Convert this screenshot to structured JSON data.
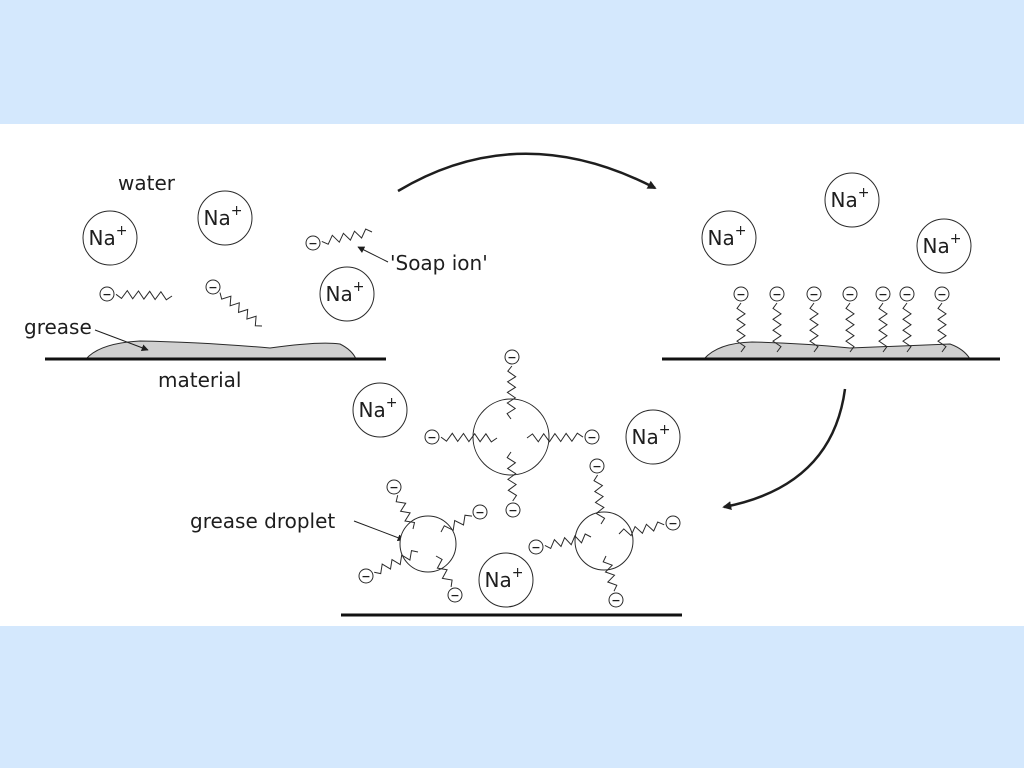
{
  "labels": {
    "water": "water",
    "soap_ion": "'Soap ion'",
    "grease": "grease",
    "material": "material",
    "grease_droplet": "grease droplet"
  },
  "ion": {
    "sodium": "Na",
    "plus": "+",
    "minus": "−"
  },
  "colors": {
    "background": "#d4e8fd",
    "panel": "#ffffff",
    "grease_fill": "#d0d0d0",
    "ink": "#1e1e1e"
  }
}
